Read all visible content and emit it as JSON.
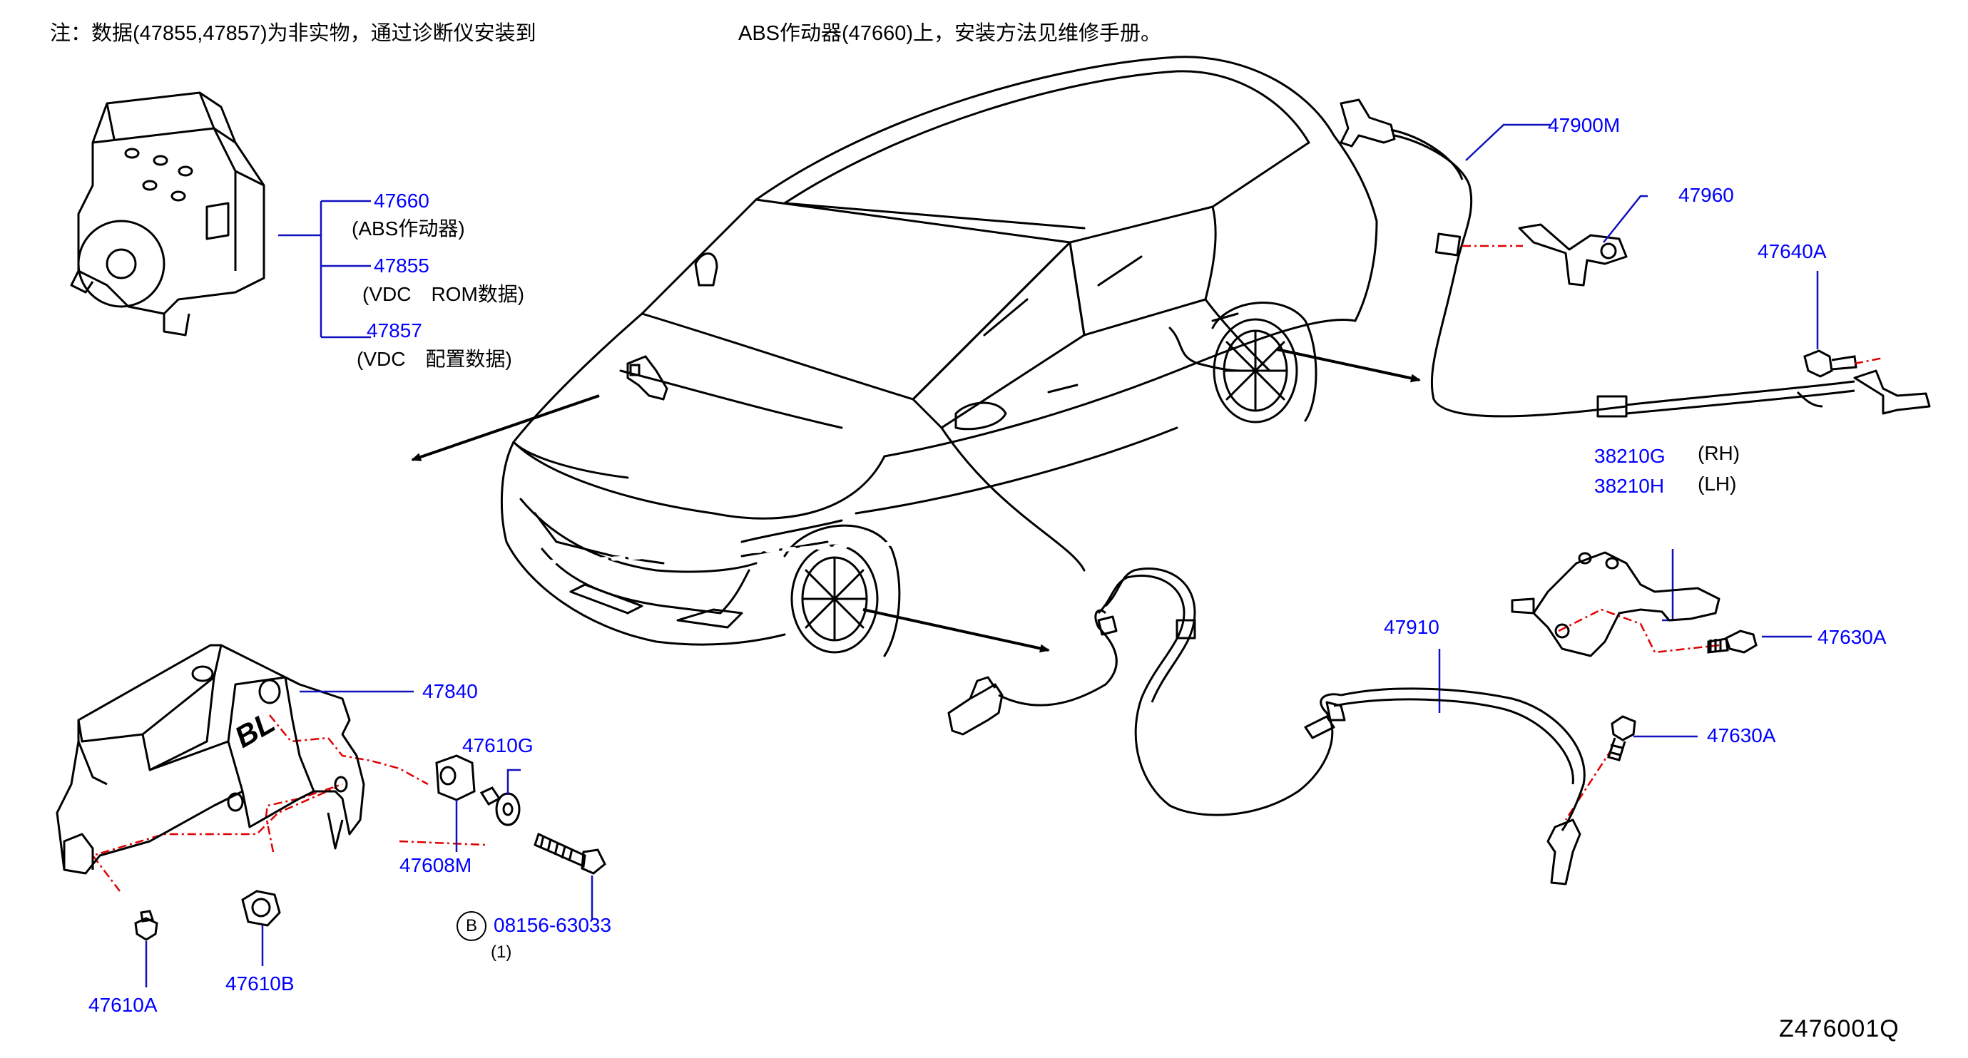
{
  "notes": {
    "left": "注：数据(47855,47857)为非实物，通过诊断仪安装到",
    "right": "ABS作动器(47660)上，安装方法见维修手册。"
  },
  "labels": {
    "p47660": "47660",
    "p47660_desc": "(ABS作动器)",
    "p47855": "47855",
    "p47855_desc": "(VDC　ROM数据)",
    "p47857": "47857",
    "p47857_desc": "(VDC　配置数据)",
    "p47900M": "47900M",
    "p47960": "47960",
    "p47640A": "47640A",
    "p38210G": "38210G",
    "p38210G_side": "(RH)",
    "p38210H": "38210H",
    "p38210H_side": "(LH)",
    "p47630A_upper": "47630A",
    "p47630A_lower": "47630A",
    "p47910": "47910",
    "p47840": "47840",
    "p47610G": "47610G",
    "p47608M": "47608M",
    "p08156": "08156-63033",
    "p08156_qty": "(1)",
    "bolt_marker": "B",
    "p47610A": "47610A",
    "p47610B": "47610B",
    "bracket_stamp": "BL"
  },
  "diagram_code": "Z476001Q",
  "colors": {
    "label_blue": "#0000ff",
    "leader_blue": "#1010c0",
    "phantom_red": "#e00000",
    "outline": "#000000"
  }
}
